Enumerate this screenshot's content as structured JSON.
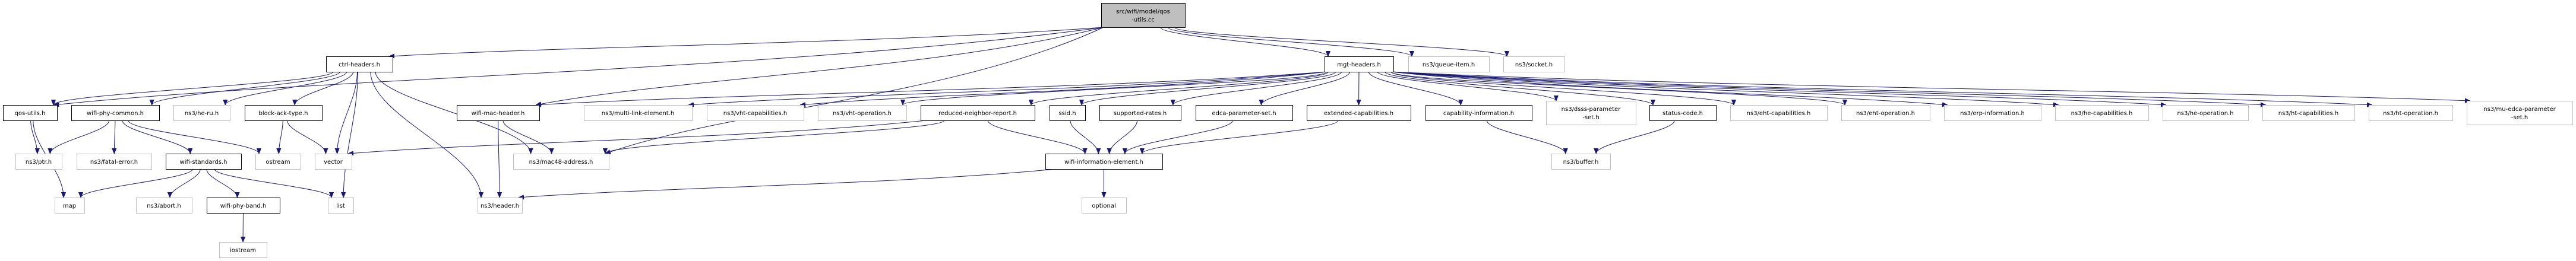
{
  "diagram": {
    "title": "Include dependency graph for src/wifi/model/qos-utils.cc",
    "colors": {
      "edge": "#191970",
      "root_fill": "#bfbfbf",
      "local_border": "#000000",
      "external_border": "#bfbfbf"
    },
    "nodes": [
      {
        "id": "root",
        "lines": [
          "src/wifi/model/qos",
          "-utils.cc"
        ],
        "kind": "root"
      },
      {
        "id": "ctrl-headers",
        "lines": [
          "ctrl-headers.h"
        ],
        "kind": "local"
      },
      {
        "id": "mgt-headers",
        "lines": [
          "mgt-headers.h"
        ],
        "kind": "local"
      },
      {
        "id": "queue-item",
        "lines": [
          "ns3/queue-item.h"
        ],
        "kind": "external"
      },
      {
        "id": "socket",
        "lines": [
          "ns3/socket.h"
        ],
        "kind": "external"
      },
      {
        "id": "qos-utils-h",
        "lines": [
          "qos-utils.h"
        ],
        "kind": "local"
      },
      {
        "id": "wifi-phy-common",
        "lines": [
          "wifi-phy-common.h"
        ],
        "kind": "local"
      },
      {
        "id": "he-ru",
        "lines": [
          "ns3/he-ru.h"
        ],
        "kind": "external"
      },
      {
        "id": "block-ack-type",
        "lines": [
          "block-ack-type.h"
        ],
        "kind": "local"
      },
      {
        "id": "wifi-mac-header",
        "lines": [
          "wifi-mac-header.h"
        ],
        "kind": "local"
      },
      {
        "id": "multi-link-element",
        "lines": [
          "ns3/multi-link-element.h"
        ],
        "kind": "external"
      },
      {
        "id": "vht-capabilities",
        "lines": [
          "ns3/vht-capabilities.h"
        ],
        "kind": "external"
      },
      {
        "id": "vht-operation",
        "lines": [
          "ns3/vht-operation.h"
        ],
        "kind": "external"
      },
      {
        "id": "reduced-neighbor-report",
        "lines": [
          "reduced-neighbor-report.h"
        ],
        "kind": "local"
      },
      {
        "id": "ssid",
        "lines": [
          "ssid.h"
        ],
        "kind": "local"
      },
      {
        "id": "supported-rates",
        "lines": [
          "supported-rates.h"
        ],
        "kind": "local"
      },
      {
        "id": "edca-parameter-set",
        "lines": [
          "edca-parameter-set.h"
        ],
        "kind": "local"
      },
      {
        "id": "extended-capabilities",
        "lines": [
          "extended-capabilities.h"
        ],
        "kind": "local"
      },
      {
        "id": "capability-information",
        "lines": [
          "capability-information.h"
        ],
        "kind": "local"
      },
      {
        "id": "dsss-parameter-set",
        "lines": [
          "ns3/dsss-parameter",
          "-set.h"
        ],
        "kind": "external"
      },
      {
        "id": "status-code",
        "lines": [
          "status-code.h"
        ],
        "kind": "local"
      },
      {
        "id": "eht-capabilities",
        "lines": [
          "ns3/eht-capabilities.h"
        ],
        "kind": "external"
      },
      {
        "id": "eht-operation",
        "lines": [
          "ns3/eht-operation.h"
        ],
        "kind": "external"
      },
      {
        "id": "erp-information",
        "lines": [
          "ns3/erp-information.h"
        ],
        "kind": "external"
      },
      {
        "id": "he-capabilities",
        "lines": [
          "ns3/he-capabilities.h"
        ],
        "kind": "external"
      },
      {
        "id": "he-operation",
        "lines": [
          "ns3/he-operation.h"
        ],
        "kind": "external"
      },
      {
        "id": "ht-capabilities",
        "lines": [
          "ns3/ht-capabilities.h"
        ],
        "kind": "external"
      },
      {
        "id": "ht-operation",
        "lines": [
          "ns3/ht-operation.h"
        ],
        "kind": "external"
      },
      {
        "id": "mu-edca-parameter-set",
        "lines": [
          "ns3/mu-edca-parameter",
          "-set.h"
        ],
        "kind": "external"
      },
      {
        "id": "ptr",
        "lines": [
          "ns3/ptr.h"
        ],
        "kind": "external"
      },
      {
        "id": "fatal-error",
        "lines": [
          "ns3/fatal-error.h"
        ],
        "kind": "external"
      },
      {
        "id": "wifi-standards",
        "lines": [
          "wifi-standards.h"
        ],
        "kind": "local"
      },
      {
        "id": "ostream",
        "lines": [
          "ostream"
        ],
        "kind": "external"
      },
      {
        "id": "vector",
        "lines": [
          "vector"
        ],
        "kind": "external"
      },
      {
        "id": "mac48-address",
        "lines": [
          "ns3/mac48-address.h"
        ],
        "kind": "external"
      },
      {
        "id": "wifi-information-element",
        "lines": [
          "wifi-information-element.h"
        ],
        "kind": "local"
      },
      {
        "id": "buffer",
        "lines": [
          "ns3/buffer.h"
        ],
        "kind": "external"
      },
      {
        "id": "map",
        "lines": [
          "map"
        ],
        "kind": "external"
      },
      {
        "id": "abort",
        "lines": [
          "ns3/abort.h"
        ],
        "kind": "external"
      },
      {
        "id": "wifi-phy-band",
        "lines": [
          "wifi-phy-band.h"
        ],
        "kind": "local"
      },
      {
        "id": "list",
        "lines": [
          "list"
        ],
        "kind": "external"
      },
      {
        "id": "header",
        "lines": [
          "ns3/header.h"
        ],
        "kind": "external"
      },
      {
        "id": "optional",
        "lines": [
          "optional"
        ],
        "kind": "external"
      },
      {
        "id": "iostream",
        "lines": [
          "iostream"
        ],
        "kind": "external"
      }
    ],
    "edges": [
      [
        "root",
        "qos-utils-h"
      ],
      [
        "root",
        "ctrl-headers"
      ],
      [
        "root",
        "wifi-mac-header"
      ],
      [
        "root",
        "mac48-address"
      ],
      [
        "root",
        "mgt-headers"
      ],
      [
        "root",
        "queue-item"
      ],
      [
        "root",
        "socket"
      ],
      [
        "ctrl-headers",
        "qos-utils-h"
      ],
      [
        "ctrl-headers",
        "wifi-phy-common"
      ],
      [
        "ctrl-headers",
        "he-ru"
      ],
      [
        "ctrl-headers",
        "block-ack-type"
      ],
      [
        "ctrl-headers",
        "vector"
      ],
      [
        "ctrl-headers",
        "list"
      ],
      [
        "ctrl-headers",
        "header"
      ],
      [
        "ctrl-headers",
        "mac48-address"
      ],
      [
        "qos-utils-h",
        "ptr"
      ],
      [
        "qos-utils-h",
        "map"
      ],
      [
        "wifi-phy-common",
        "ptr"
      ],
      [
        "wifi-phy-common",
        "fatal-error"
      ],
      [
        "wifi-phy-common",
        "wifi-standards"
      ],
      [
        "wifi-phy-common",
        "ostream"
      ],
      [
        "block-ack-type",
        "ostream"
      ],
      [
        "block-ack-type",
        "vector"
      ],
      [
        "wifi-standards",
        "map"
      ],
      [
        "wifi-standards",
        "abort"
      ],
      [
        "wifi-standards",
        "wifi-phy-band"
      ],
      [
        "wifi-standards",
        "list"
      ],
      [
        "wifi-phy-band",
        "iostream"
      ],
      [
        "wifi-mac-header",
        "mac48-address"
      ],
      [
        "wifi-mac-header",
        "header"
      ],
      [
        "mgt-headers",
        "wifi-mac-header"
      ],
      [
        "mgt-headers",
        "multi-link-element"
      ],
      [
        "mgt-headers",
        "vht-capabilities"
      ],
      [
        "mgt-headers",
        "vht-operation"
      ],
      [
        "mgt-headers",
        "reduced-neighbor-report"
      ],
      [
        "mgt-headers",
        "ssid"
      ],
      [
        "mgt-headers",
        "supported-rates"
      ],
      [
        "mgt-headers",
        "edca-parameter-set"
      ],
      [
        "mgt-headers",
        "extended-capabilities"
      ],
      [
        "mgt-headers",
        "capability-information"
      ],
      [
        "mgt-headers",
        "dsss-parameter-set"
      ],
      [
        "mgt-headers",
        "status-code"
      ],
      [
        "mgt-headers",
        "eht-capabilities"
      ],
      [
        "mgt-headers",
        "eht-operation"
      ],
      [
        "mgt-headers",
        "erp-information"
      ],
      [
        "mgt-headers",
        "he-capabilities"
      ],
      [
        "mgt-headers",
        "he-operation"
      ],
      [
        "mgt-headers",
        "ht-capabilities"
      ],
      [
        "mgt-headers",
        "ht-operation"
      ],
      [
        "mgt-headers",
        "mu-edca-parameter-set"
      ],
      [
        "reduced-neighbor-report",
        "mac48-address"
      ],
      [
        "reduced-neighbor-report",
        "vector"
      ],
      [
        "reduced-neighbor-report",
        "wifi-information-element"
      ],
      [
        "ssid",
        "wifi-information-element"
      ],
      [
        "supported-rates",
        "wifi-information-element"
      ],
      [
        "edca-parameter-set",
        "wifi-information-element"
      ],
      [
        "extended-capabilities",
        "wifi-information-element"
      ],
      [
        "wifi-information-element",
        "header"
      ],
      [
        "wifi-information-element",
        "optional"
      ],
      [
        "capability-information",
        "buffer"
      ],
      [
        "status-code",
        "buffer"
      ]
    ]
  }
}
